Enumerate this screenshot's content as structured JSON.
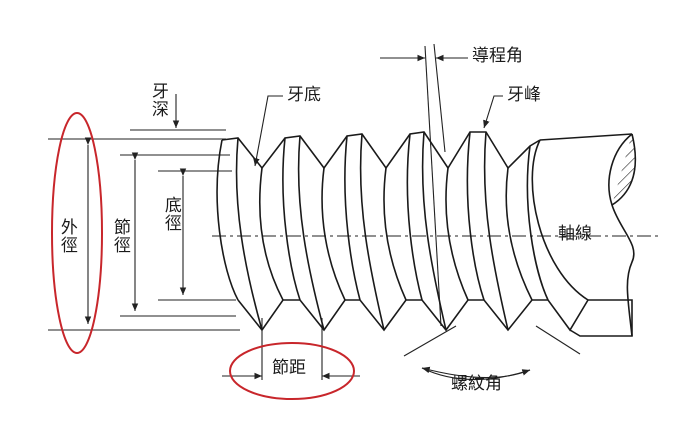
{
  "labels": {
    "thread_depth": "牙深",
    "root": "牙底",
    "lead_angle": "導程角",
    "crest": "牙峰",
    "axis": "軸線",
    "outer_diameter": "外徑",
    "pitch_diameter": "節徑",
    "root_diameter": "底徑",
    "pitch": "節距",
    "thread_angle": "螺紋角"
  },
  "highlight_color": "#c8262b"
}
